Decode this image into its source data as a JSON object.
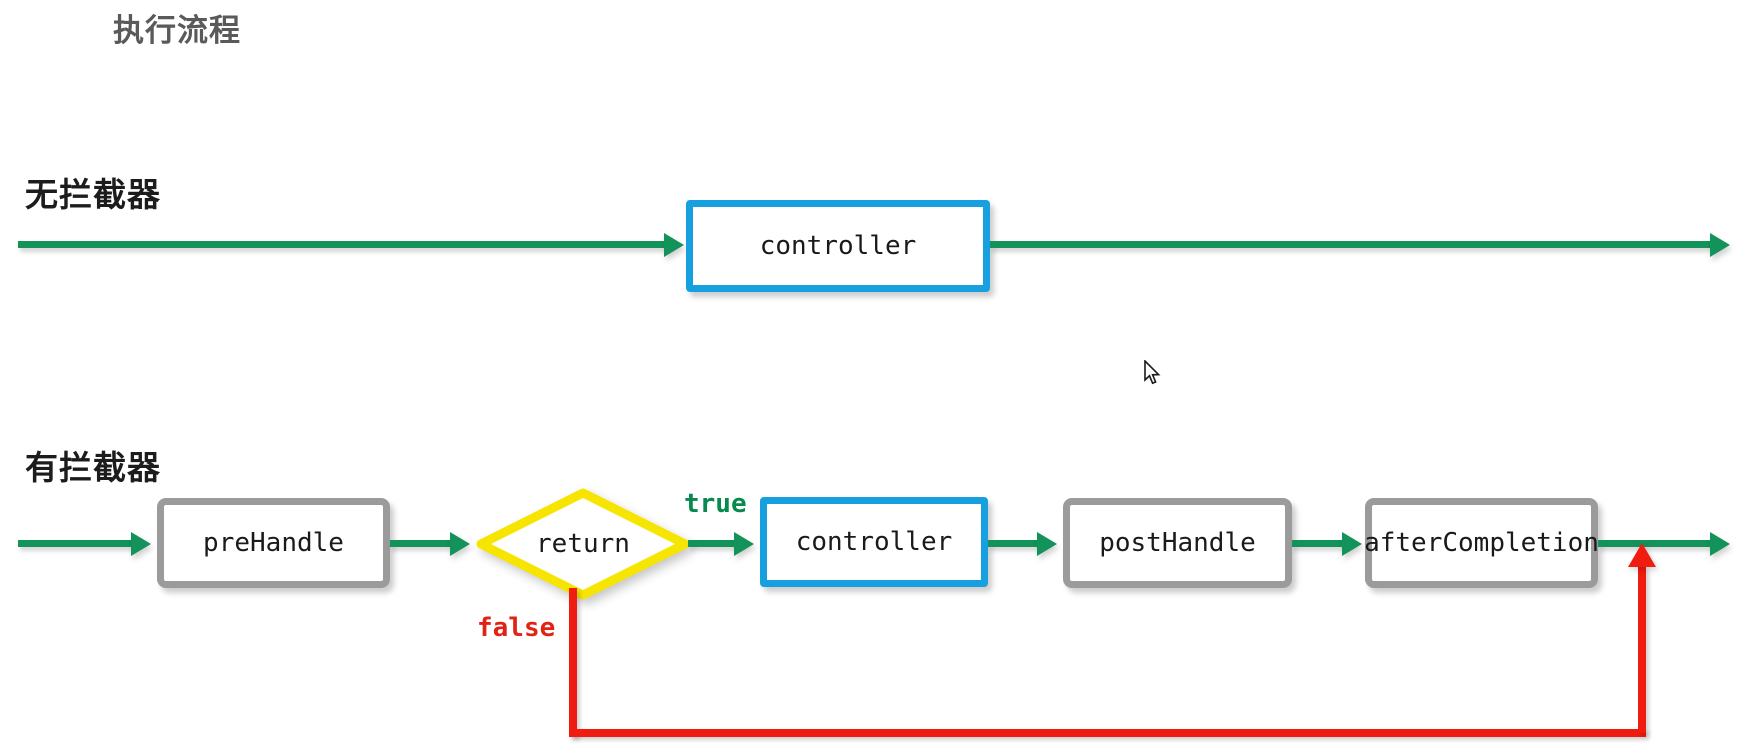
{
  "page": {
    "title": "执行流程",
    "background_color": "#ffffff"
  },
  "sections": {
    "no_interceptor": {
      "label": "无拦截器"
    },
    "with_interceptor": {
      "label": "有拦截器"
    }
  },
  "nodes": {
    "controller_top": "controller",
    "pre_handle": "preHandle",
    "decision_return": "return",
    "controller_bottom": "controller",
    "post_handle": "postHandle",
    "after_completion": "afterCompletion"
  },
  "edge_labels": {
    "true": "true",
    "false": "false"
  },
  "colors": {
    "flow_green": "#13925a",
    "controller_blue": "#17a0e0",
    "node_gray": "#9b9b9b",
    "decision_yellow": "#f6e500",
    "false_red": "#f01c10",
    "true_green": "#068a4d",
    "heading_gray": "#5a5a5a",
    "heading_black": "#1c1c1c"
  },
  "icons": {
    "cursor": "mouse-pointer-icon",
    "arrow_head": "arrow-right-icon",
    "arrow_head_up": "arrow-up-icon"
  }
}
